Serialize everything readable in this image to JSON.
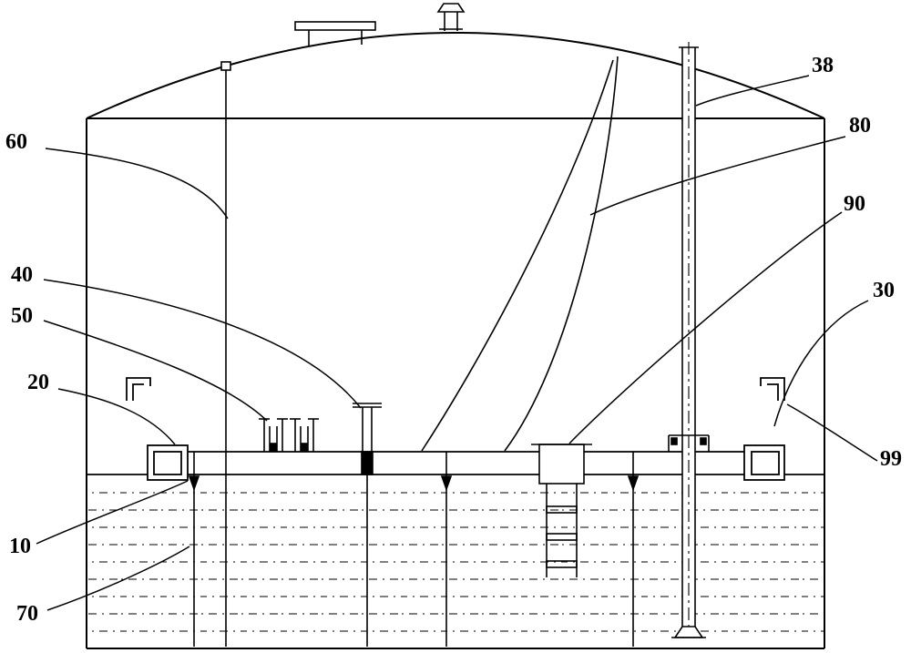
{
  "figure": {
    "colors": {
      "line": "#000000",
      "background": "#ffffff"
    },
    "labels": [
      {
        "id": "60",
        "text": "60"
      },
      {
        "id": "40",
        "text": "40"
      },
      {
        "id": "50",
        "text": "50"
      },
      {
        "id": "20",
        "text": "20"
      },
      {
        "id": "10",
        "text": "10"
      },
      {
        "id": "70",
        "text": "70"
      },
      {
        "id": "38",
        "text": "38"
      },
      {
        "id": "80",
        "text": "80"
      },
      {
        "id": "90",
        "text": "90"
      },
      {
        "id": "30",
        "text": "30"
      },
      {
        "id": "99",
        "text": "99"
      }
    ]
  }
}
